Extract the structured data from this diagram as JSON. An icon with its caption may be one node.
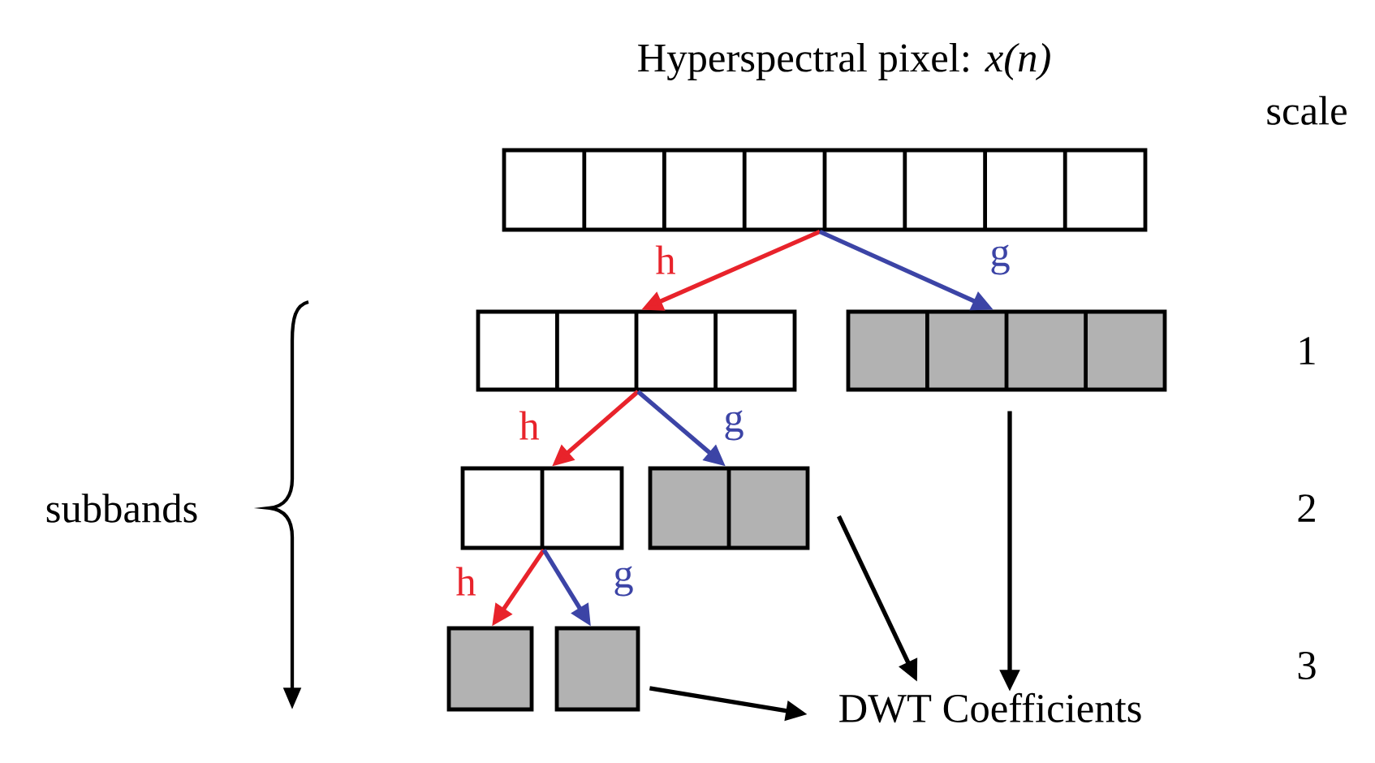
{
  "diagram": {
    "title": "Hyperspectral pixel: *x(n)*",
    "nodes": [
      {
        "text": [],
        "shape": "bar"
      },
      {
        "text": [],
        "shape": "bar"
      },
      {
        "text": [],
        "shape": "bar"
      },
      {
        "text": [],
        "shape": "bar"
      },
      {
        "text": [],
        "shape": "bar"
      },
      {
        "text": [],
        "shape": "box"
      },
      {
        "text": [],
        "shape": "box"
      },
      {
        "text": [
          "DWT Coefficients"
        ]
      }
    ],
    "edges": [
      {
        "from": 0,
        "to": 1,
        "arrow": "to",
        "label": "h",
        "color": "#e8232b"
      },
      {
        "from": 0,
        "to": 2,
        "arrow": "to",
        "label": "g",
        "color": "#3c44a6"
      },
      {
        "from": 1,
        "to": 3,
        "arrow": "to",
        "label": "h",
        "color": "#e8232b"
      },
      {
        "from": 1,
        "to": 4,
        "arrow": "to",
        "label": "g",
        "color": "#3c44a6"
      },
      {
        "from": 3,
        "to": 5,
        "arrow": "to",
        "label": "h",
        "color": "#e8232b"
      },
      {
        "from": 3,
        "to": 6,
        "arrow": "to",
        "label": "g",
        "color": "#3c44a6"
      },
      {
        "from": 2,
        "to": 7,
        "arrow": "to",
        "color": "#000000"
      },
      {
        "from": 4,
        "to": 7,
        "arrow": "to",
        "color": "#000000"
      },
      {
        "from": 6,
        "to": 7,
        "arrow": "to",
        "color": "#000000"
      }
    ],
    "labels": [
      "scale",
      "1",
      "2",
      "3",
      "subbands"
    ]
  }
}
